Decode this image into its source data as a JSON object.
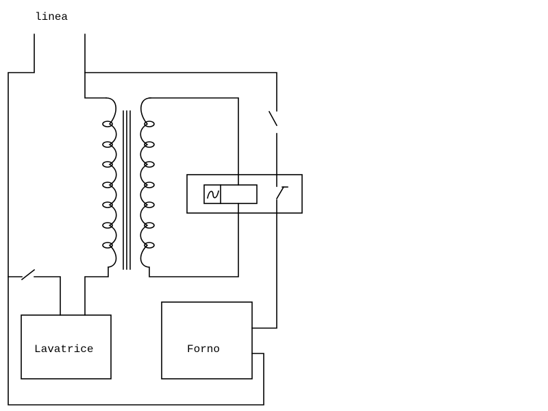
{
  "labels": {
    "line": "linea",
    "washing_machine": "Lavatrice",
    "oven": "Forno"
  },
  "symbols": {
    "ac_symbol": "~"
  },
  "colors": {
    "stroke": "#000000",
    "background": "#ffffff"
  }
}
